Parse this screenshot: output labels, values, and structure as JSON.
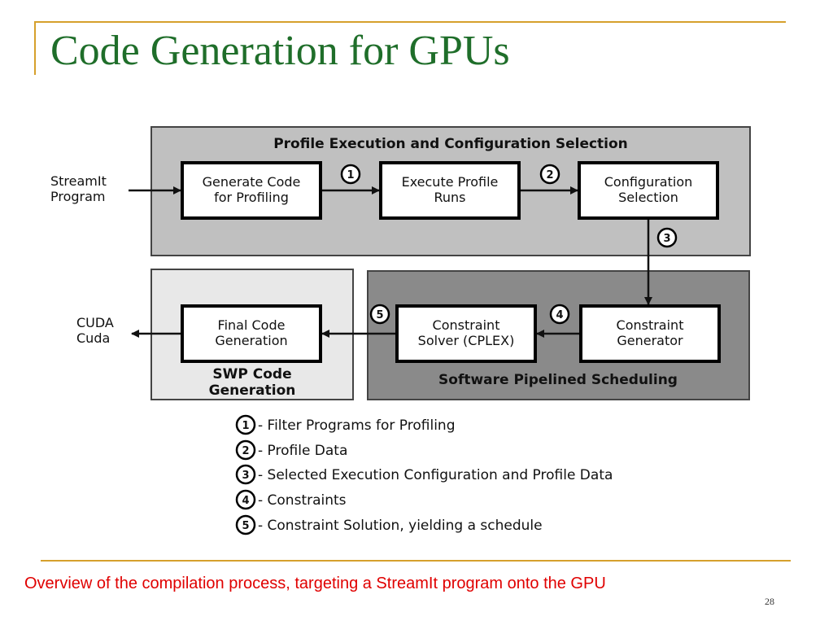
{
  "slide": {
    "title": "Code Generation for GPUs",
    "caption": "Overview of the compilation process, targeting a StreamIt program onto the  GPU",
    "page_number": "28"
  },
  "diagram": {
    "top_panel_title": "Profile Execution and Configuration Selection",
    "swp_panel_title": [
      "SWP Code",
      "Generation"
    ],
    "sched_panel_title": "Software Pipelined Scheduling",
    "input_label": [
      "StreamIt",
      "Program"
    ],
    "output_label": [
      "CUDA",
      "Cuda"
    ],
    "nodes": {
      "generate_code": [
        "Generate Code",
        "for Profiling"
      ],
      "execute_profile": [
        "Execute Profile",
        "Runs"
      ],
      "config_selection": [
        "Configuration",
        "Selection"
      ],
      "constraint_generator": [
        "Constraint",
        "Generator"
      ],
      "constraint_solver": [
        "Constraint",
        "Solver (CPLEX)"
      ],
      "final_code": [
        "Final Code",
        "Generation"
      ]
    },
    "step_markers": [
      "1",
      "2",
      "3",
      "4",
      "5"
    ]
  },
  "legend": [
    {
      "number": "1",
      "text": "- Filter Programs for Profiling"
    },
    {
      "number": "2",
      "text": "- Profile Data"
    },
    {
      "number": "3",
      "text": "- Selected Execution Configuration and Profile Data"
    },
    {
      "number": "4",
      "text": "- Constraints"
    },
    {
      "number": "5",
      "text": "- Constraint Solution, yielding a schedule"
    }
  ]
}
